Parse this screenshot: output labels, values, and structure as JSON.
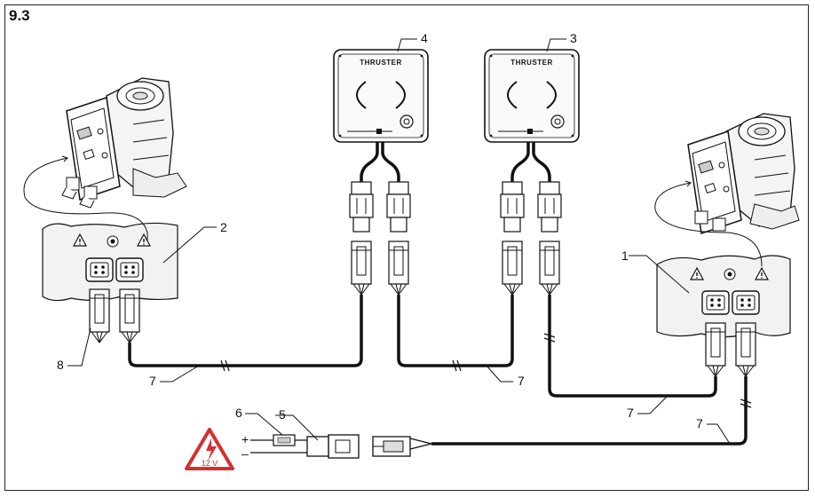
{
  "figure": {
    "number": "9.3"
  },
  "panels": {
    "panel_4": {
      "brand": "THRUSTER"
    },
    "panel_3": {
      "brand": "THRUSTER"
    }
  },
  "callouts": {
    "c1": "1",
    "c2": "2",
    "c3": "3",
    "c4": "4",
    "c5": "5",
    "c6": "6",
    "c7a": "7",
    "c7b": "7",
    "c7c": "7",
    "c7d": "7",
    "c8": "8"
  },
  "power": {
    "plus": "+",
    "minus": "–",
    "voltage": "12 V"
  },
  "colors": {
    "line": "#111111",
    "warning": "#d32f2f"
  }
}
